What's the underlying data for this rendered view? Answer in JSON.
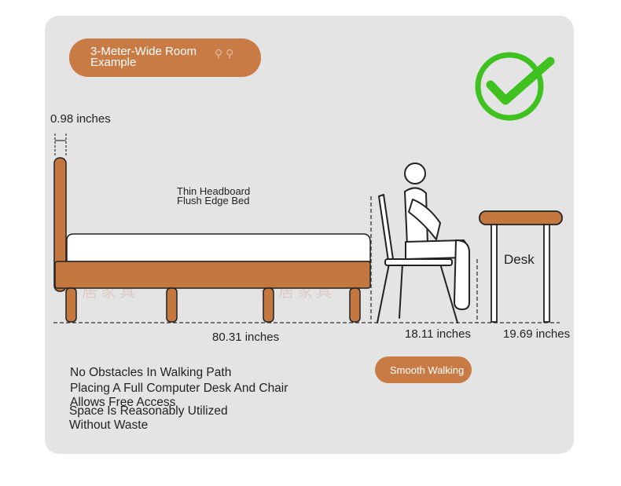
{
  "header": {
    "title_line1": "3-Meter-Wide Room",
    "title_line2": "Example",
    "check_icon": "green-check-circle-icon",
    "accent_color": "#c97b45",
    "check_color": "#3fc11f"
  },
  "dimensions": {
    "headboard_thickness": "0.98 inches",
    "bed_length": "80.31 inches",
    "chair_depth": "18.11 inches",
    "desk_depth": "19.69 inches"
  },
  "bed": {
    "feature_line1": "Thin Headboard",
    "feature_line2": "Flush Edge Bed"
  },
  "desk": {
    "label": "Desk"
  },
  "badge": {
    "label": "Smooth Walking"
  },
  "benefits": {
    "line1": "No Obstacles In Walking Path",
    "line2": "Placing A Full Computer Desk And Chair",
    "line3": "Allows Free Access",
    "line4": "Space Is Reasonably Utilized",
    "line5": "Without Waste"
  },
  "watermark": {
    "text": "智居家具"
  }
}
